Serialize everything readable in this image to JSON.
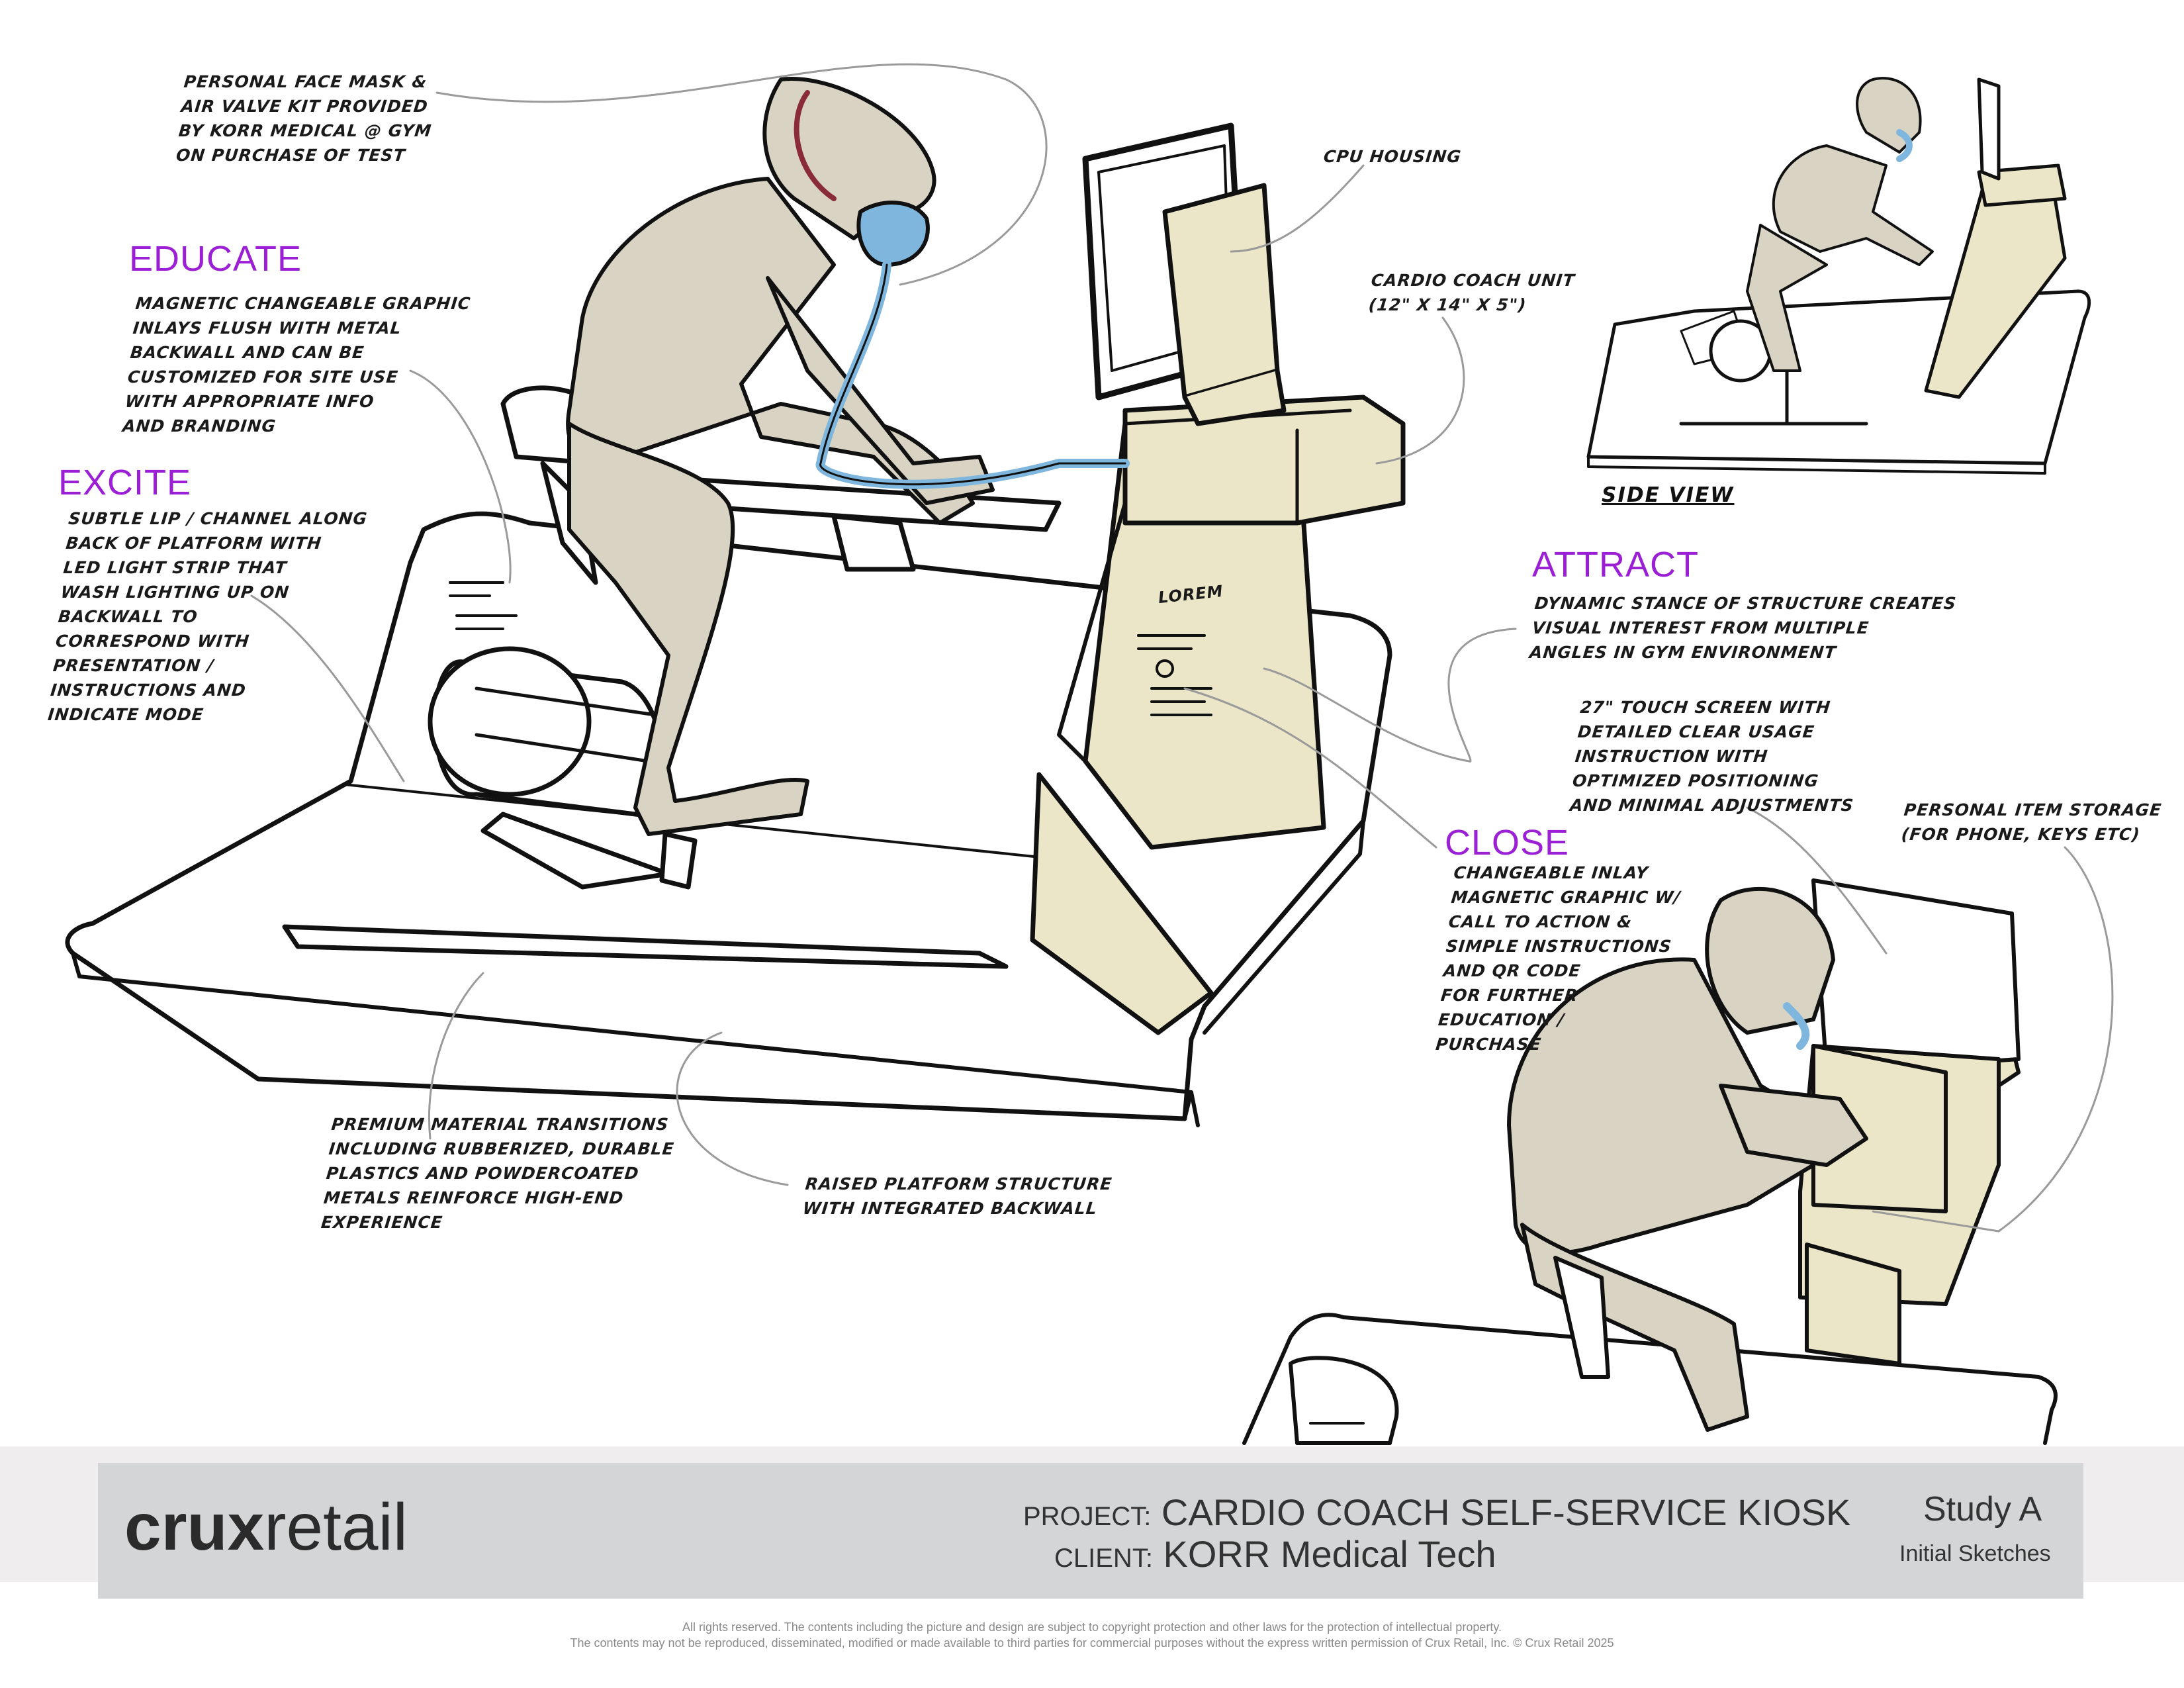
{
  "annotations": {
    "face_mask": "Personal face mask &\nair valve kit provided\nby KORR Medical @ gym\non purchase of test",
    "cpu_housing": "CPU housing",
    "cardio_unit": "Cardio coach unit\n(12\" x 14\" x 5\")",
    "educate_heading": "EDUCATE",
    "educate_body": "Magnetic changeable graphic\ninlays flush with metal\nbackwall and can be\ncustomized for site use\nwith appropriate info\nand branding",
    "excite_heading": "EXCITE",
    "excite_body": "Subtle lip / channel along\nback of platform with\nLED light strip that\nwash lighting up on\nbackwall to\ncorrespond with\npresentation /\ninstructions and\nindicate mode",
    "attract_heading": "ATTRACT",
    "attract_body": "Dynamic stance of structure creates\nvisual interest from multiple\nangles in gym environment",
    "touch_screen": "27\" touch screen with\ndetailed clear usage\ninstruction with\noptimized positioning\nand minimal adjustments",
    "item_storage": "Personal item storage\n(for phone, keys etc)",
    "close_heading": "CLOSE",
    "close_body": "Changeable inlay\nmagnetic graphic w/\ncall to action &\nsimple instructions\nand QR code\nfor further\neducation /\npurchase",
    "premium": "Premium material transitions\nincluding rubberized, durable\nplastics and powdercoated\nmetals reinforce high-end\nexperience",
    "raised_platform": "Raised platform structure\nwith integrated backwall",
    "side_view": "SIDE VIEW",
    "graphic_text": "LOREM"
  },
  "title_block": {
    "logo_bold": "crux",
    "logo_light": "retail",
    "project_label": "PROJECT:",
    "project_value": "CARDIO COACH SELF-SERVICE KIOSK",
    "client_label": "CLIENT:",
    "client_value": "KORR Medical Tech",
    "study": "Study A",
    "phase": "Initial Sketches"
  },
  "legal": {
    "line1": "All rights reserved. The contents including the picture and design are subject to copyright protection and other laws for the protection of intellectual property.",
    "line2": "The contents may not be reproduced, disseminated, modified or made available to third parties for commercial purposes without the express written permission of Crux Retail, Inc. © Crux Retail 2025"
  },
  "colors": {
    "heading": "#9b1fd4",
    "figure_fill": "#d8d3c2",
    "unit_fill": "#ece6c8",
    "mask_blue": "#7fb6de",
    "band": "#efeded",
    "title_box": "#d4d5d6"
  }
}
